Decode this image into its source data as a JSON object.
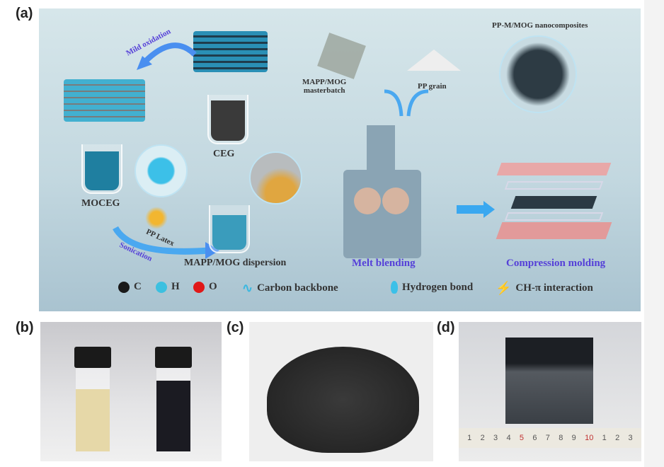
{
  "panel_labels": {
    "a": "(a)",
    "b": "(b)",
    "c": "(c)",
    "d": "(d)"
  },
  "schematic": {
    "step_mild_oxidation": "Mild oxidation",
    "ceg": "CEG",
    "moceg": "MOCEG",
    "pp_latex": "PP Latex",
    "sonication": "Sonication",
    "dispersion": "MAPP/MOG dispersion",
    "masterbatch_line1": "MAPP/MOG",
    "masterbatch_line2": "masterbatch",
    "pp_grain": "PP grain",
    "melt_blending": "Melt blending",
    "nanocomposites": "PP-M/MOG nanocomposites",
    "compression_molding": "Compression molding"
  },
  "legend": [
    {
      "label": "C",
      "color": "#1a1a1a"
    },
    {
      "label": "H",
      "color": "#3cc0e0"
    },
    {
      "label": "O",
      "color": "#e01818"
    },
    {
      "label": "Carbon backbone"
    },
    {
      "label": "Hydrogen bond"
    },
    {
      "label": "CH-π interaction"
    }
  ],
  "ruler_ticks": [
    "1",
    "2",
    "3",
    "4",
    "5",
    "6",
    "7",
    "8",
    "9",
    "10",
    "1",
    "2",
    "3"
  ]
}
